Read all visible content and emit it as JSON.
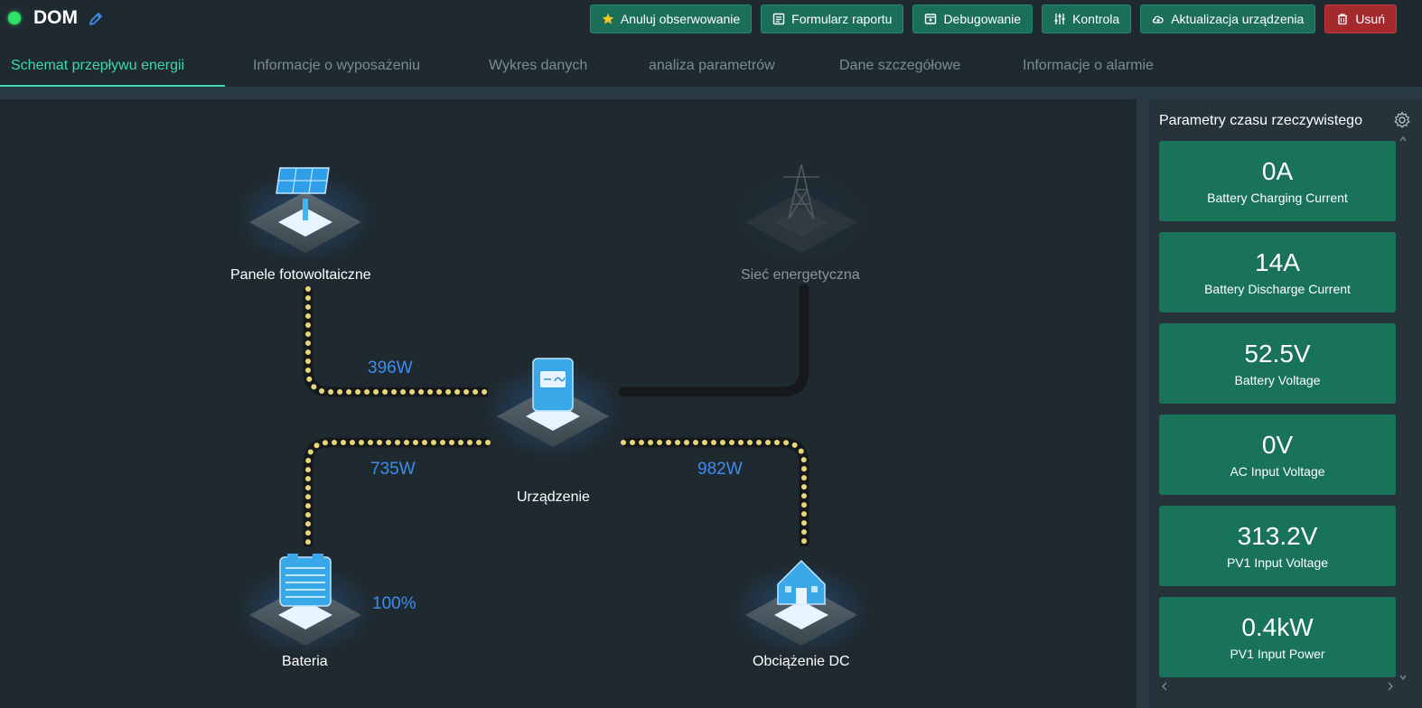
{
  "header": {
    "title": "DOM",
    "status_color": "#2ee36a",
    "buttons": [
      {
        "label": "Anuluj obserwowanie",
        "icon": "star-icon"
      },
      {
        "label": "Formularz raportu",
        "icon": "report-icon"
      },
      {
        "label": "Debugowanie",
        "icon": "debug-icon"
      },
      {
        "label": "Kontrola",
        "icon": "sliders-icon"
      },
      {
        "label": "Aktualizacja urządzenia",
        "icon": "cloud-upload-icon"
      },
      {
        "label": "Usuń",
        "icon": "trash-icon"
      }
    ]
  },
  "tabs": [
    {
      "label": "Schemat przepływu energii",
      "active": true
    },
    {
      "label": "Informacje o wyposażeniu",
      "active": false
    },
    {
      "label": "Wykres danych",
      "active": false
    },
    {
      "label": "analiza parametrów",
      "active": false
    },
    {
      "label": "Dane szczegółowe",
      "active": false
    },
    {
      "label": "Informacje o alarmie",
      "active": false
    }
  ],
  "flow": {
    "nodes": {
      "pv": "Panele fotowoltaiczne",
      "grid": "Sieć energetyczna",
      "device": "Urządzenie",
      "battery": "Bateria",
      "load": "Obciążenie DC"
    },
    "values": {
      "pv_power": "396W",
      "battery_power": "735W",
      "load_power": "982W",
      "battery_soc": "100%"
    },
    "colors": {
      "active_line": "#e8d77a",
      "inactive_line": "#15191c",
      "value_text": "#3d8df0"
    }
  },
  "panel": {
    "title": "Parametry czasu rzeczywistego",
    "cards": [
      {
        "value": "0A",
        "label": "Battery Charging Current"
      },
      {
        "value": "14A",
        "label": "Battery Discharge Current"
      },
      {
        "value": "52.5V",
        "label": "Battery Voltage"
      },
      {
        "value": "0V",
        "label": "AC Input Voltage"
      },
      {
        "value": "313.2V",
        "label": "PV1 Input Voltage"
      },
      {
        "value": "0.4kW",
        "label": "PV1 Input Power"
      }
    ]
  }
}
